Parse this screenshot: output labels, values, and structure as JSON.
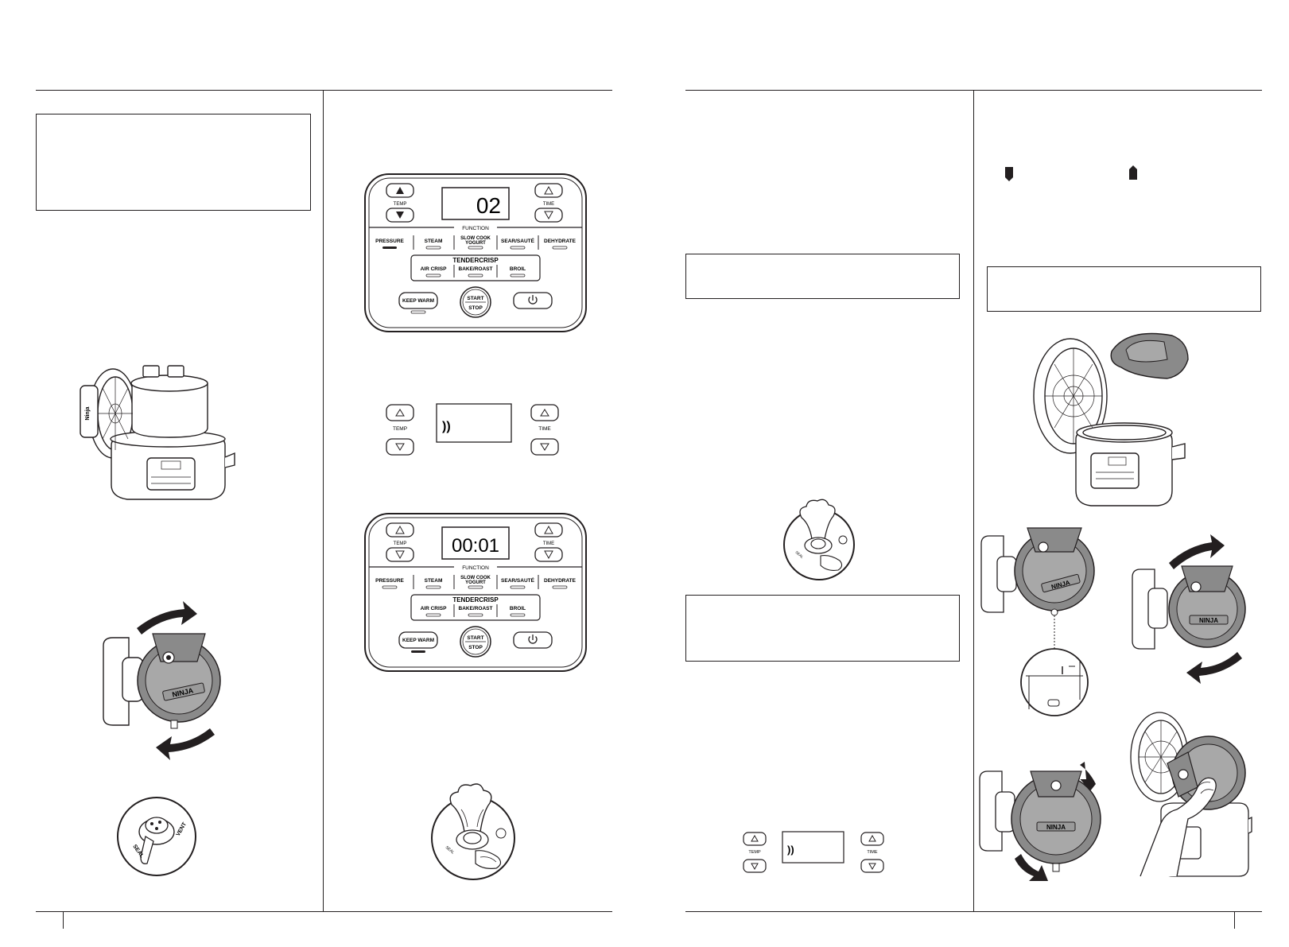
{
  "panel_full": {
    "buttons": {
      "temp": "TEMP",
      "time": "TIME",
      "keep_warm": "KEEP WARM",
      "start": "START",
      "stop": "STOP"
    },
    "function_label": "FUNCTION",
    "functions": [
      "PRESSURE",
      "STEAM",
      "SLOW COOK",
      "YOGURT",
      "SEAR/SAUTÉ",
      "DEHYDRATE"
    ],
    "tendercrisp_label": "TENDERCRISP",
    "tendercrisp_functions": [
      "AIR CRISP",
      "BAKE/ROAST",
      "BROIL"
    ]
  },
  "display_1": "02",
  "display_2": "00:01",
  "display_small": "))",
  "valve_labels": {
    "seal": "SEAL",
    "vent": "VENT"
  },
  "lid_brand": "NINJA",
  "side_brand": "Ninja"
}
